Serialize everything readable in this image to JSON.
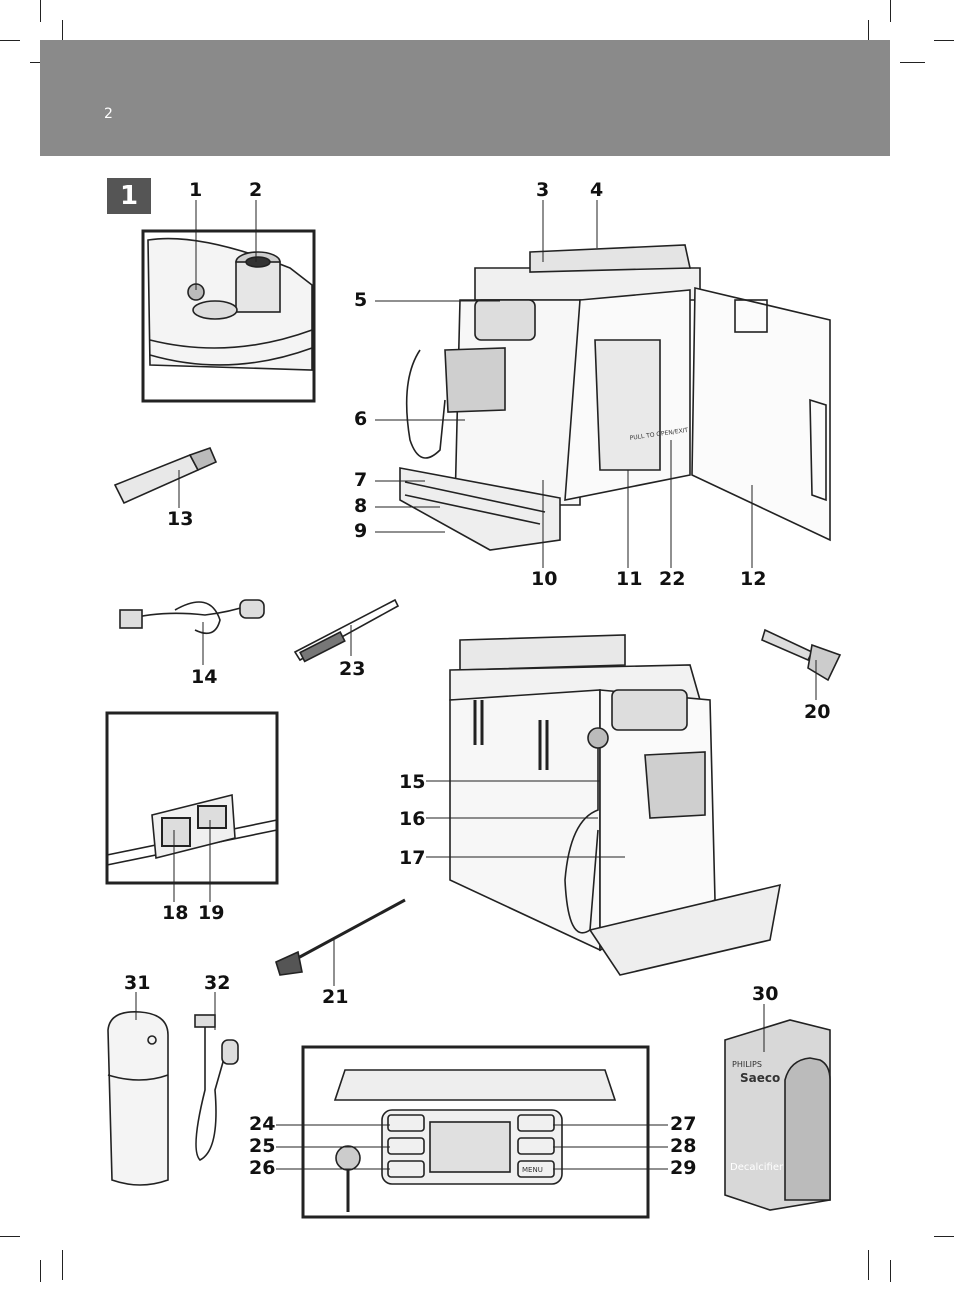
{
  "header": {
    "page_number": "2",
    "section_number": "1"
  },
  "callouts": {
    "c1": "1",
    "c2": "2",
    "c3": "3",
    "c4": "4",
    "c5": "5",
    "c6": "6",
    "c7": "7",
    "c8": "8",
    "c9": "9",
    "c10": "10",
    "c11": "11",
    "c12": "12",
    "c13": "13",
    "c14": "14",
    "c15": "15",
    "c16": "16",
    "c17": "17",
    "c18": "18",
    "c19": "19",
    "c20": "20",
    "c21": "21",
    "c22": "22",
    "c23": "23",
    "c24": "24",
    "c25": "25",
    "c26": "26",
    "c27": "27",
    "c28": "28",
    "c29": "29",
    "c30": "30",
    "c31": "31",
    "c32": "32"
  },
  "product_labels": {
    "brand_philips": "PHILIPS",
    "brand_saeco": "Saeco",
    "product_name": "Decalcifier",
    "door_text": "PULL TO OPEN/EXIT",
    "button_menu": "MENU"
  },
  "icons": [
    "scissors-crop-mark",
    "wrench-tool",
    "cup-icon",
    "power-icon",
    "steam-icon"
  ]
}
